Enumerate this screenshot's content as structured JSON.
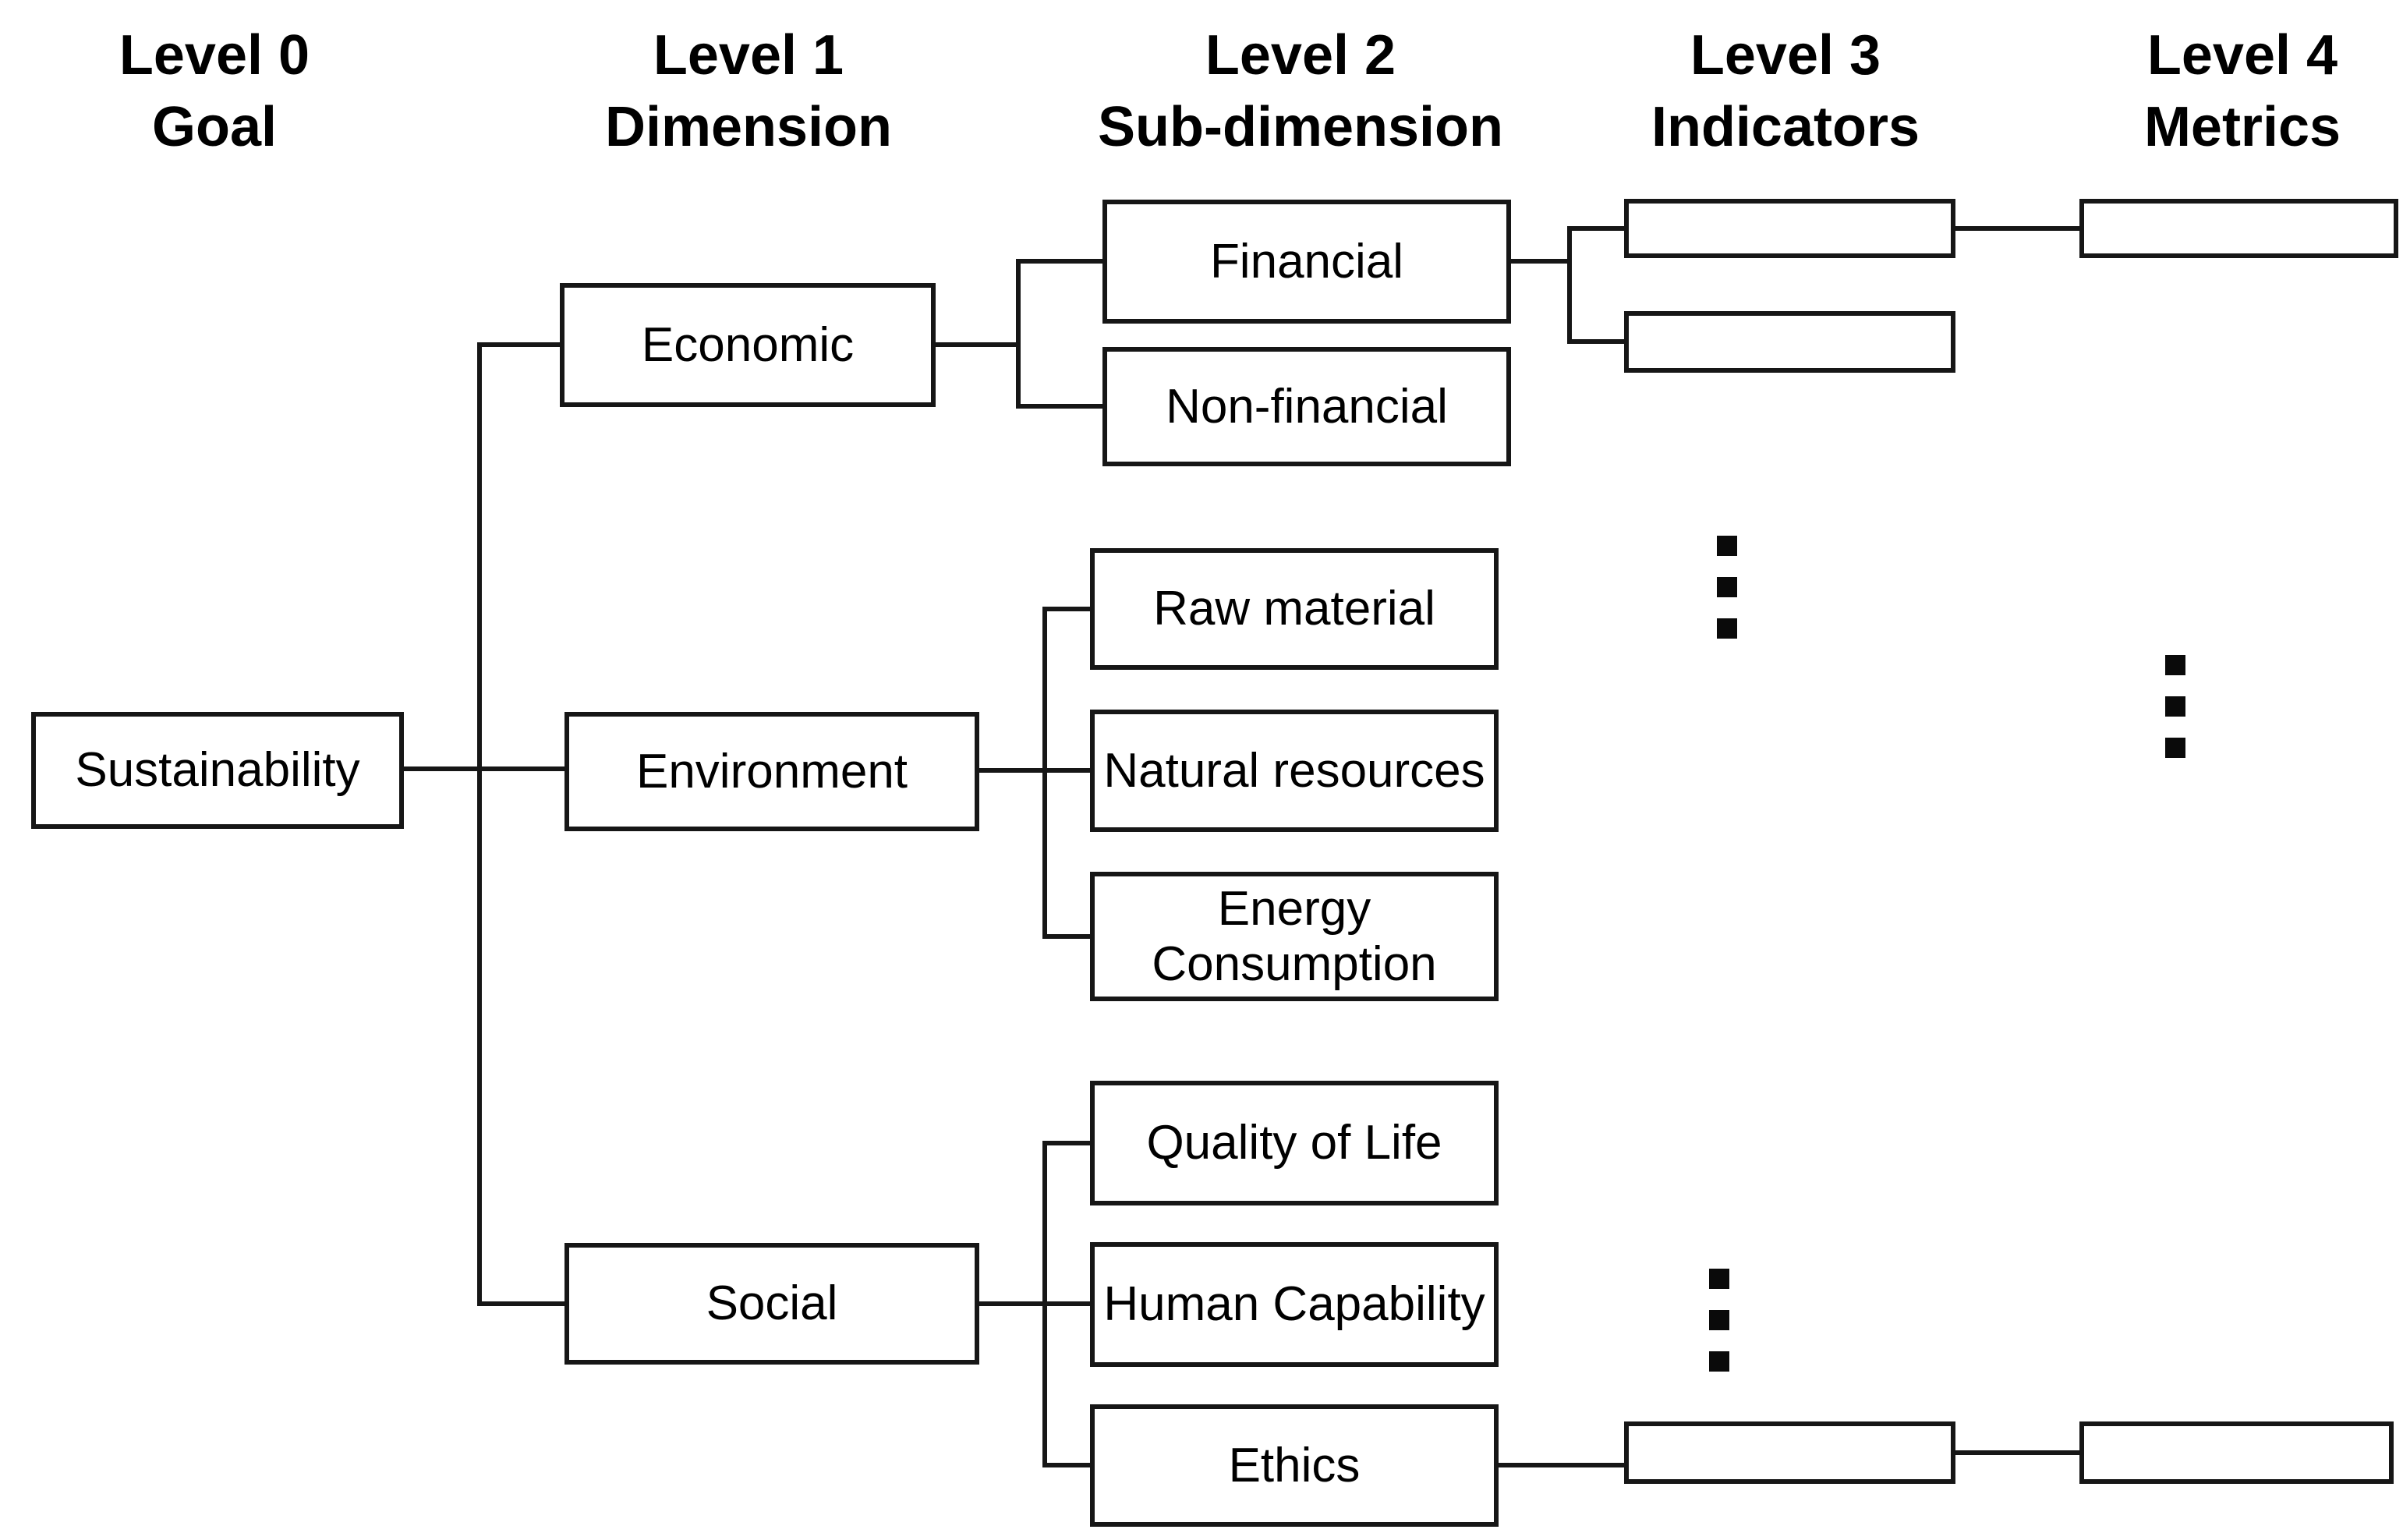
{
  "colors": {
    "background": "#ffffff",
    "line": "#161616",
    "text": "#000000"
  },
  "columns": [
    {
      "id": "level0",
      "title_line1": "Level 0",
      "title_line2": "Goal"
    },
    {
      "id": "level1",
      "title_line1": "Level 1",
      "title_line2": "Dimension"
    },
    {
      "id": "level2",
      "title_line1": "Level 2",
      "title_line2": "Sub-dimension"
    },
    {
      "id": "level3",
      "title_line1": "Level 3",
      "title_line2": "Indicators"
    },
    {
      "id": "level4",
      "title_line1": "Level 4",
      "title_line2": "Metrics"
    }
  ],
  "nodes": {
    "sustainability": {
      "label": "Sustainability",
      "level": 0
    },
    "economic": {
      "label": "Economic",
      "level": 1,
      "parent": "sustainability"
    },
    "environment": {
      "label": "Environment",
      "level": 1,
      "parent": "sustainability"
    },
    "social": {
      "label": "Social",
      "level": 1,
      "parent": "sustainability"
    },
    "financial": {
      "label": "Financial",
      "level": 2,
      "parent": "economic"
    },
    "non_financial": {
      "label": "Non-financial",
      "level": 2,
      "parent": "economic"
    },
    "raw_material": {
      "label": "Raw material",
      "level": 2,
      "parent": "environment"
    },
    "natural_resources": {
      "label": "Natural resources",
      "level": 2,
      "parent": "environment"
    },
    "energy_consumption": {
      "label": "Energy Consumption",
      "level": 2,
      "parent": "environment"
    },
    "quality_of_life": {
      "label": "Quality of Life",
      "level": 2,
      "parent": "social"
    },
    "human_capability": {
      "label": "Human Capability",
      "level": 2,
      "parent": "social"
    },
    "ethics": {
      "label": "Ethics",
      "level": 2,
      "parent": "social"
    }
  },
  "placeholders": {
    "level3_unlabeled_boxes_top": 2,
    "level4_unlabeled_boxes_top": 1,
    "level3_unlabeled_boxes_bottom": 1,
    "level4_unlabeled_boxes_bottom": 1,
    "level3_ellipsis_dots_upper": 3,
    "level4_ellipsis_dots": 3,
    "level3_ellipsis_dots_lower": 3
  }
}
